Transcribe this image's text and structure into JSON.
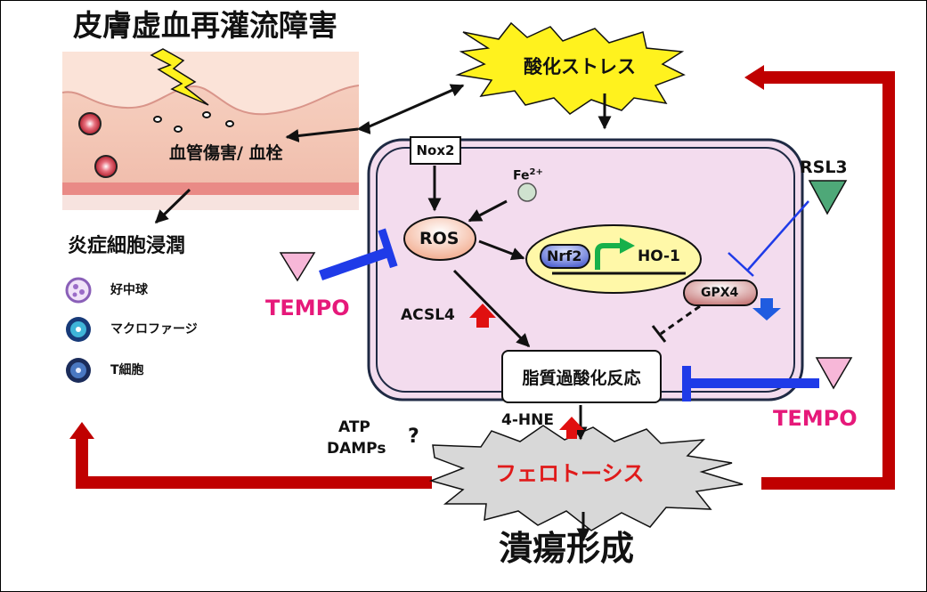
{
  "title": "皮膚虚血再灌流障害",
  "outcome": "潰瘍形成",
  "skin": {
    "lesion_label": "血管傷害/ 血栓"
  },
  "inflammation": {
    "heading": "炎症細胞浸潤",
    "cells": [
      {
        "label": "好中球",
        "icon": "neutrophil-icon",
        "color": "#b084d8"
      },
      {
        "label": "マクロファージ",
        "icon": "macrophage-icon",
        "color": "#3fb4d8"
      },
      {
        "label": "T細胞",
        "icon": "t-cell-icon",
        "color": "#4a78c2"
      }
    ]
  },
  "oxidative_stress": "酸化ストレス",
  "ferroptosis": "フェロトーシス",
  "cell": {
    "nox2": "Nox2",
    "fe_base": "Fe",
    "fe_sup": "2+",
    "ros": "ROS",
    "nrf2": "Nrf2",
    "ho1": "HO-1",
    "gpx4": "GPX4",
    "acsl4": "ACSL4",
    "lipid_peroxidation": "脂質過酸化反応"
  },
  "rsl3": "RSL3",
  "tempo_left": "TEMPO",
  "tempo_right": "TEMPO",
  "hne": "4-HNE",
  "atp": "ATP",
  "damps": "DAMPs",
  "question": "?",
  "colors": {
    "loop_arrow": "#c00000",
    "inhibitor_blue": "#1f3be8",
    "tempo_pink": "#e6197a",
    "up_arrow_red": "#e01010",
    "down_arrow_blue": "#1f5ce0",
    "cell_fill": "#f3dcee",
    "star_yellow": "#fff21e",
    "green_arrow": "#17b04a"
  }
}
